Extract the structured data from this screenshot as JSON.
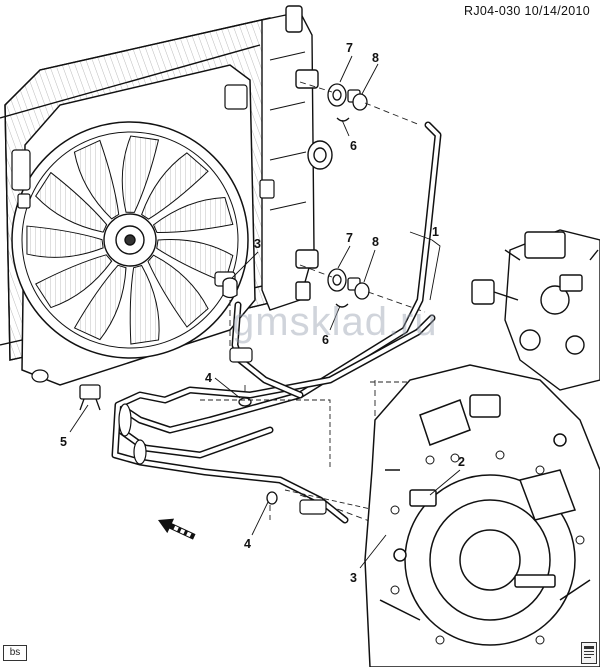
{
  "header": {
    "doc_id": "RJ04-030",
    "date": "10/14/2010"
  },
  "watermark": "gmsklad.ru",
  "corner_tag": "bs",
  "icons": {
    "front_arrow": "front-direction-arrow-icon",
    "document": "document-icon"
  },
  "callouts": [
    {
      "id": "c7a",
      "label": "7"
    },
    {
      "id": "c8a",
      "label": "8"
    },
    {
      "id": "c6a",
      "label": "6"
    },
    {
      "id": "c1",
      "label": "1"
    },
    {
      "id": "c3a",
      "label": "3"
    },
    {
      "id": "c7b",
      "label": "7"
    },
    {
      "id": "c8b",
      "label": "8"
    },
    {
      "id": "c6b",
      "label": "6"
    },
    {
      "id": "c4a",
      "label": "4"
    },
    {
      "id": "c5",
      "label": "5"
    },
    {
      "id": "c2",
      "label": "2"
    },
    {
      "id": "c4b",
      "label": "4"
    },
    {
      "id": "c3b",
      "label": "3"
    }
  ]
}
